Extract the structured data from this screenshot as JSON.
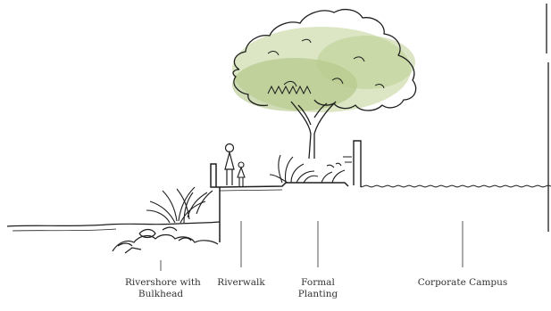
{
  "labels": {
    "rivershore": {
      "line1": "Rivershore with",
      "line2": "Bulkhead"
    },
    "riverwalk": "Riverwalk",
    "formal": {
      "line1": "Formal",
      "line2": "Planting"
    },
    "campus": "Corporate Campus"
  },
  "colors": {
    "ink": "#1e1e1e",
    "leader": "#555555",
    "foliage_wash": "#a9c07a",
    "foliage_wash_light": "#c9d8a4"
  }
}
